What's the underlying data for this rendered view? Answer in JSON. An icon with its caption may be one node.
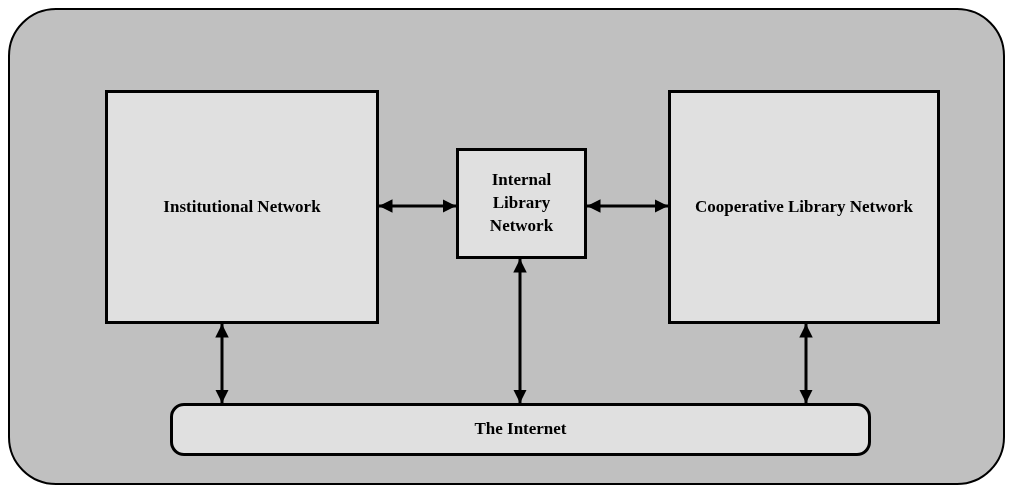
{
  "diagram": {
    "nodes": [
      {
        "text": [
          "Institutional Network"
        ]
      },
      {
        "text": [
          "Internal Library Network"
        ]
      },
      {
        "text": [
          "Cooperative Library Network"
        ]
      },
      {
        "text": [
          "The Internet"
        ]
      }
    ],
    "edges": [
      {
        "from": 0,
        "to": 1,
        "arrow": "both"
      },
      {
        "from": 1,
        "to": 2,
        "arrow": "both"
      },
      {
        "from": 0,
        "to": 3,
        "arrow": "both"
      },
      {
        "from": 1,
        "to": 3,
        "arrow": "both"
      },
      {
        "from": 2,
        "to": 3,
        "arrow": "both"
      }
    ]
  }
}
